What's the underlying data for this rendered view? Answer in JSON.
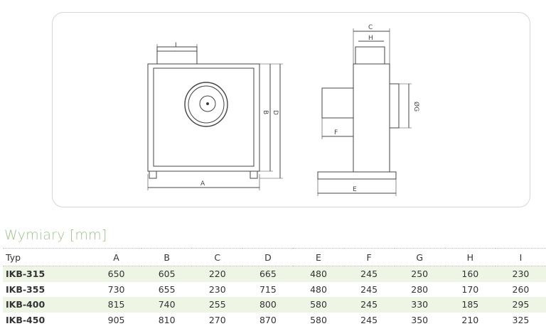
{
  "drawing": {
    "front_labels": {
      "I": "I",
      "A": "A",
      "B": "B",
      "D": "D"
    },
    "side_labels": {
      "C": "C",
      "H": "H",
      "E": "E",
      "F": "F",
      "G": "ØG"
    }
  },
  "section_title": "Wymiary [mm]",
  "table": {
    "headers": [
      "Typ",
      "A",
      "B",
      "C",
      "D",
      "E",
      "F",
      "G",
      "H",
      "I"
    ],
    "rows": [
      [
        "IKB-315",
        "650",
        "605",
        "220",
        "665",
        "480",
        "245",
        "250",
        "160",
        "230"
      ],
      [
        "IKB-355",
        "730",
        "655",
        "230",
        "715",
        "480",
        "245",
        "280",
        "170",
        "260"
      ],
      [
        "IKB-400",
        "815",
        "740",
        "255",
        "800",
        "580",
        "245",
        "330",
        "185",
        "295"
      ],
      [
        "IKB-450",
        "905",
        "810",
        "270",
        "870",
        "580",
        "245",
        "350",
        "210",
        "325"
      ]
    ]
  }
}
